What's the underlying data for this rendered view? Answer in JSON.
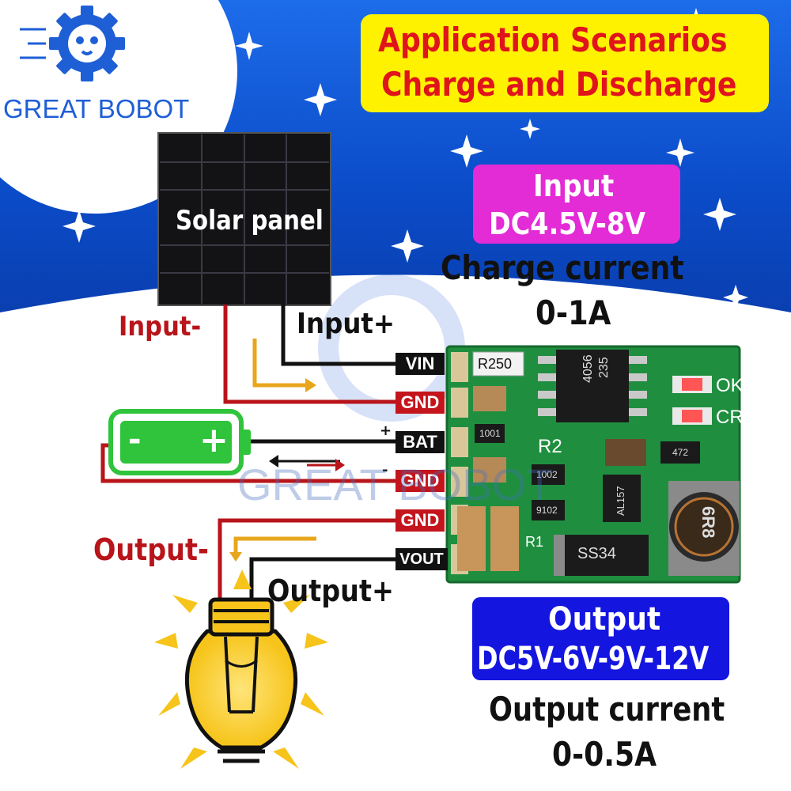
{
  "brand": {
    "name": "GREAT BOBOT"
  },
  "headline": {
    "line1": "Application Scenarios",
    "line2": "Charge and Discharge",
    "bg": "#fff200",
    "fg": "#e0141b"
  },
  "input_spec": {
    "title": "Input",
    "range": "DC4.5V-8V",
    "label": "Charge current",
    "value": "0-1A",
    "bg": "#e32bd6"
  },
  "output_spec": {
    "title": "Output",
    "range": "DC5V-6V-9V-12V",
    "label": "Output current",
    "value": "0-0.5A",
    "bg": "#1515e0"
  },
  "solar": {
    "label": "Solar panel"
  },
  "wires": {
    "input_minus": "Input-",
    "input_plus": "Input+",
    "output_minus": "Output-",
    "output_plus": "Output+"
  },
  "battery": {
    "minus": "-",
    "plus": "+",
    "color": "#2fc43b"
  },
  "pins": [
    "VIN",
    "GND",
    "BAT",
    "GND",
    "GND",
    "VOUT"
  ],
  "pin_polarity": {
    "plus": "+",
    "minus": "-"
  },
  "board": {
    "resistor": "R250",
    "ic_main": "4056",
    "ic_sub": "235",
    "led_ok": "OK",
    "led_cr": "CR",
    "r2": "R2",
    "r1": "R1",
    "res_1001": "1001",
    "res_1002": "1002",
    "res_9102": "9102",
    "res_472": "472",
    "ic_boost": "AL157",
    "diode": "SS34",
    "inductor": "6R8",
    "color": "#1f8f3f"
  },
  "watermark": "GREAT BOBOT",
  "colors": {
    "sky_top": "#1f6fe6",
    "sky_bottom": "#0a45c0",
    "wire_red": "#b8141a",
    "wire_black": "#111111",
    "arrow_orange": "#e8a61c"
  }
}
